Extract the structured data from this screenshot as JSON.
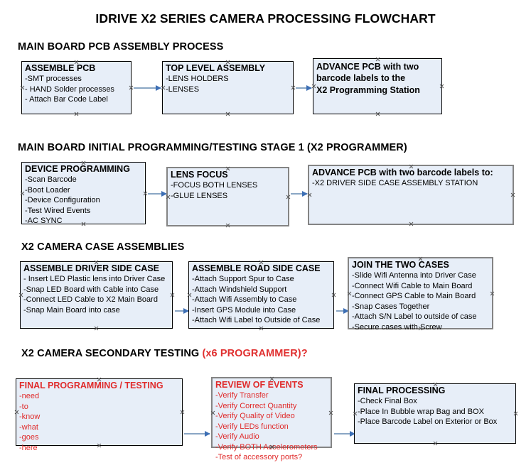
{
  "document": {
    "title": "IDRIVE X2  SERIES CAMERA PROCESSING FLOWCHART"
  },
  "colors": {
    "box_fill": "#e7eef8",
    "box_border": "#000000",
    "box_border_gray": "#848484",
    "text": "#000000",
    "accent_red": "#e02b2b",
    "connector": "#8aa6c4",
    "arrowhead": "#3d6fb5"
  },
  "sections": [
    {
      "id": "main-board-pcb-assembly-process",
      "heading": "MAIN BOARD PCB ASSEMBLY PROCESS",
      "heading_accent": "",
      "nodes": [
        {
          "id": "assemble-pcb",
          "title": "ASSEMBLE PCB",
          "lines": [
            "-SMT processes",
            "- HAND Solder processes",
            "- Attach Bar Code Label"
          ]
        },
        {
          "id": "top-level-assembly",
          "title": "TOP LEVEL ASSEMBLY",
          "lines": [
            "-LENS HOLDERS",
            "-LENSES"
          ]
        },
        {
          "id": "advance-pcb-programming-station",
          "title": "ADVANCE PCB with two",
          "lines": [
            "barcode labels to the",
            " X2 Programming Station"
          ]
        }
      ]
    },
    {
      "id": "main-board-initial-programming",
      "heading": "MAIN BOARD INITIAL PROGRAMMING/TESTING STAGE 1 (X2 PROGRAMMER)",
      "heading_accent": "",
      "nodes": [
        {
          "id": "device-programming",
          "title": "DEVICE PROGRAMMING",
          "lines": [
            "-Scan Barcode",
            "-Boot Loader",
            "-Device Configuration",
            "-Test Wired Events",
            "-AC SYNC"
          ]
        },
        {
          "id": "lens-focus",
          "title": "LENS FOCUS",
          "lines": [
            "-FOCUS BOTH LENSES",
            "-GLUE LENSES"
          ]
        },
        {
          "id": "advance-pcb-driver-side-case",
          "title": "ADVANCE PCB with two barcode labels to:",
          "lines": [
            "-X2 DRIVER  SIDE  CASE  ASSEMBLY STATION"
          ]
        }
      ]
    },
    {
      "id": "x2-camera-case-assemblies",
      "heading": "X2 CAMERA CASE ASSEMBLIES",
      "heading_accent": "",
      "nodes": [
        {
          "id": "assemble-driver-side-case",
          "title": "ASSEMBLE DRIVER SIDE CASE",
          "lines": [
            "- Insert LED Plastic lens into Driver Case",
            "-Snap LED Board with Cable into Case",
            "-Connect LED Cable to X2 Main Board",
            "-Snap Main Board into case"
          ]
        },
        {
          "id": "assemble-road-side-case",
          "title": "ASSEMBLE ROAD SIDE CASE",
          "lines": [
            "-Attach Support Spur to Case",
            "-Attach Windshield Support",
            "-Attach Wifi Assembly to Case",
            "-Insert GPS Module into Case",
            "-Attach Wifi Label to Outside of Case"
          ]
        },
        {
          "id": "join-the-two-cases",
          "title": "JOIN THE TWO CASES",
          "lines": [
            "-Slide Wifi Antenna into Driver Case",
            "-Connect Wifi Cable to Main Board",
            "-Connect GPS Cable to Main Board",
            "-Snap Cases Together",
            "-Attach S/N Label to outside of case",
            "-Secure cases with Screw"
          ]
        }
      ]
    },
    {
      "id": "x2-camera-secondary-testing",
      "heading": "X2 CAMERA SECONDARY TESTING ",
      "heading_accent": "(x6 PROGRAMMER)?",
      "nodes": [
        {
          "id": "final-programming-testing",
          "title": "FINAL PROGRAMMING / TESTING",
          "lines": [
            "-need",
            "-to",
            "-know",
            "-what",
            "-goes",
            "-here"
          ]
        },
        {
          "id": "review-of-events",
          "title": "REVIEW OF EVENTS",
          "lines": [
            "-Verify Transfer",
            "-Verify Correct Quantity",
            "-Verify Quality of Video",
            "-Verify LEDs function",
            "-Verify Audio",
            "-Verify BOTH Accelerometers",
            "-Test of accessory ports?"
          ]
        },
        {
          "id": "final-processing",
          "title": "FINAL PROCESSING",
          "lines": [
            " -Check Final Box",
            "-Place In Bubble wrap Bag and BOX",
            "-Place Barcode Label on Exterior or Box"
          ]
        }
      ]
    }
  ]
}
